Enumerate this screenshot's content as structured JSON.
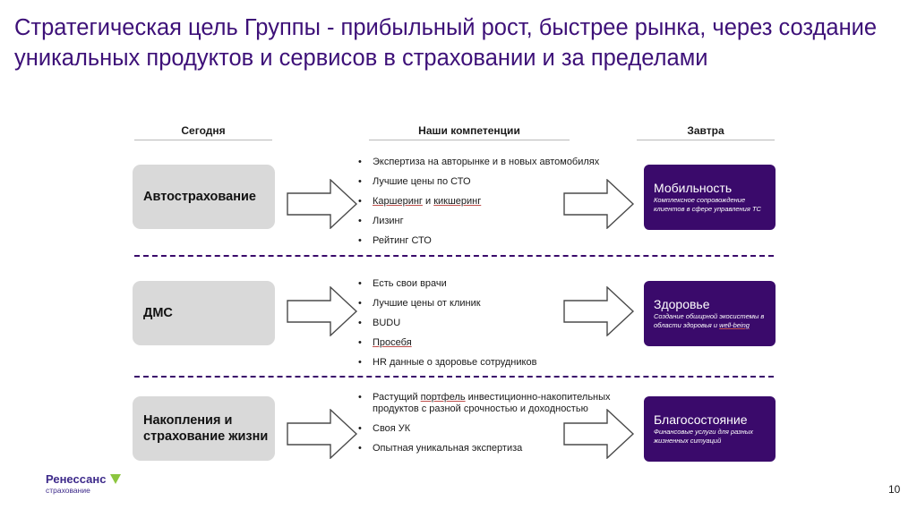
{
  "title": "Стратегическая цель Группы - прибыльный рост, быстрее рынка, через создание уникальных продуктов и сервисов в страховании и за пределами",
  "headers": {
    "today": "Сегодня",
    "competencies": "Наши компетенции",
    "tomorrow": "Завтра"
  },
  "rows": [
    {
      "today": "Автострахование",
      "competencies": [
        {
          "parts": [
            {
              "text": "Экспертиза на авторынке и в новых автомобилях",
              "u": false
            }
          ]
        },
        {
          "parts": [
            {
              "text": "Лучшие цены по СТО",
              "u": false
            }
          ]
        },
        {
          "parts": [
            {
              "text": "Каршеринг",
              "u": true
            },
            {
              "text": " и ",
              "u": false
            },
            {
              "text": "кикшеринг",
              "u": true
            }
          ]
        },
        {
          "parts": [
            {
              "text": "Лизинг",
              "u": false
            }
          ]
        },
        {
          "parts": [
            {
              "text": "Рейтинг СТО",
              "u": false
            }
          ]
        }
      ],
      "tomorrow_title": "Мобильность",
      "tomorrow_desc": [
        {
          "text": "Комплексное сопровождение клиентов в сфере управления ТС",
          "u": false
        }
      ]
    },
    {
      "today": "ДМС",
      "competencies": [
        {
          "parts": [
            {
              "text": "Есть свои врачи",
              "u": false
            }
          ]
        },
        {
          "parts": [
            {
              "text": "Лучшие цены от клиник",
              "u": false
            }
          ]
        },
        {
          "parts": [
            {
              "text": "BUDU",
              "u": false
            }
          ]
        },
        {
          "parts": [
            {
              "text": "Просебя",
              "u": true
            }
          ]
        },
        {
          "parts": [
            {
              "text": "HR данные о здоровье сотрудников",
              "u": false
            }
          ]
        }
      ],
      "tomorrow_title": "Здоровье",
      "tomorrow_desc": [
        {
          "text": "Создание обширной экосистемы в области здоровья и ",
          "u": false
        },
        {
          "text": "well-being",
          "u": true
        }
      ]
    },
    {
      "today": "Накопления и страхование жизни",
      "competencies": [
        {
          "parts": [
            {
              "text": "Растущий ",
              "u": false
            },
            {
              "text": "портфель",
              "u": true
            },
            {
              "text": " инвестиционно-накопительных продуктов с разной срочностью и доходностью",
              "u": false
            }
          ]
        },
        {
          "parts": [
            {
              "text": "Своя УК",
              "u": false
            }
          ]
        },
        {
          "parts": [
            {
              "text": "Опытная уникальная экспертиза",
              "u": false
            }
          ]
        }
      ],
      "tomorrow_title": "Благосостояние",
      "tomorrow_desc": [
        {
          "text": "Финансовые услуги для разных жизненных ситуаций",
          "u": false
        }
      ]
    }
  ],
  "logo": {
    "name": "Ренессанс",
    "sub": "страхование"
  },
  "page_number": "10",
  "colors": {
    "brand_purple": "#3a0a6b",
    "title_purple": "#3d1078",
    "today_box": "#d9d9d9",
    "logo_green": "#8cc63f"
  }
}
